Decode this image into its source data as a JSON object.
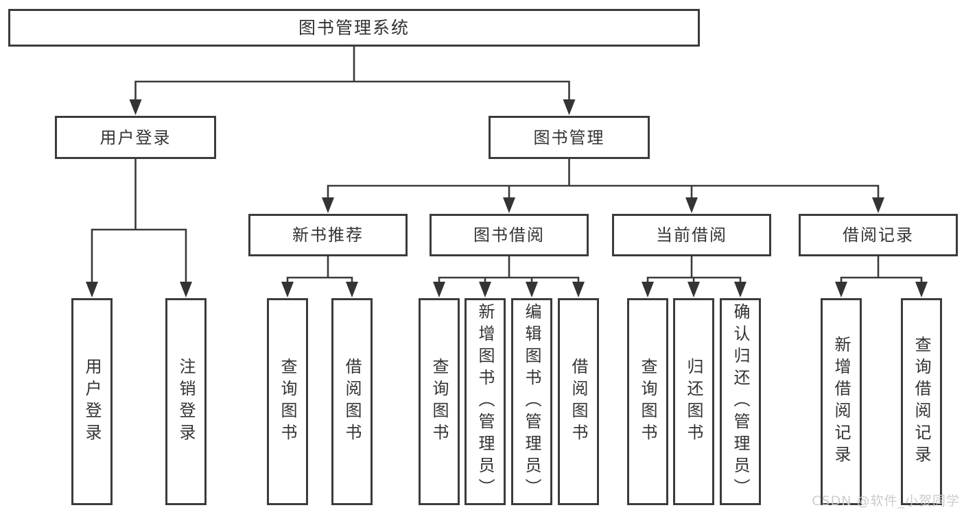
{
  "tree": {
    "label": "图书管理系统",
    "children": [
      {
        "label": "用户登录",
        "children": [
          {
            "label": "用户登录"
          },
          {
            "label": "注销登录"
          }
        ]
      },
      {
        "label": "图书管理",
        "children": [
          {
            "label": "新书推荐",
            "children": [
              {
                "label": "查询图书"
              },
              {
                "label": "借阅图书"
              }
            ]
          },
          {
            "label": "图书借阅",
            "children": [
              {
                "label": "查询图书"
              },
              {
                "label": "新增图书（管理员）"
              },
              {
                "label": "编辑图书（管理员）"
              },
              {
                "label": "借阅图书"
              }
            ]
          },
          {
            "label": "当前借阅",
            "children": [
              {
                "label": "查询图书"
              },
              {
                "label": "归还图书"
              },
              {
                "label": "确认归还（管理员）"
              }
            ]
          },
          {
            "label": "借阅记录",
            "children": [
              {
                "label": "新增借阅记录"
              },
              {
                "label": "查询借阅记录"
              }
            ]
          }
        ]
      }
    ]
  },
  "watermark": "CSDN @软件_小贺同学",
  "colors": {
    "line": "#3a3a3a",
    "text": "#333333",
    "box_background": "#ffffff",
    "page_background": "#ffffff",
    "watermark": "#c9c9ce"
  }
}
